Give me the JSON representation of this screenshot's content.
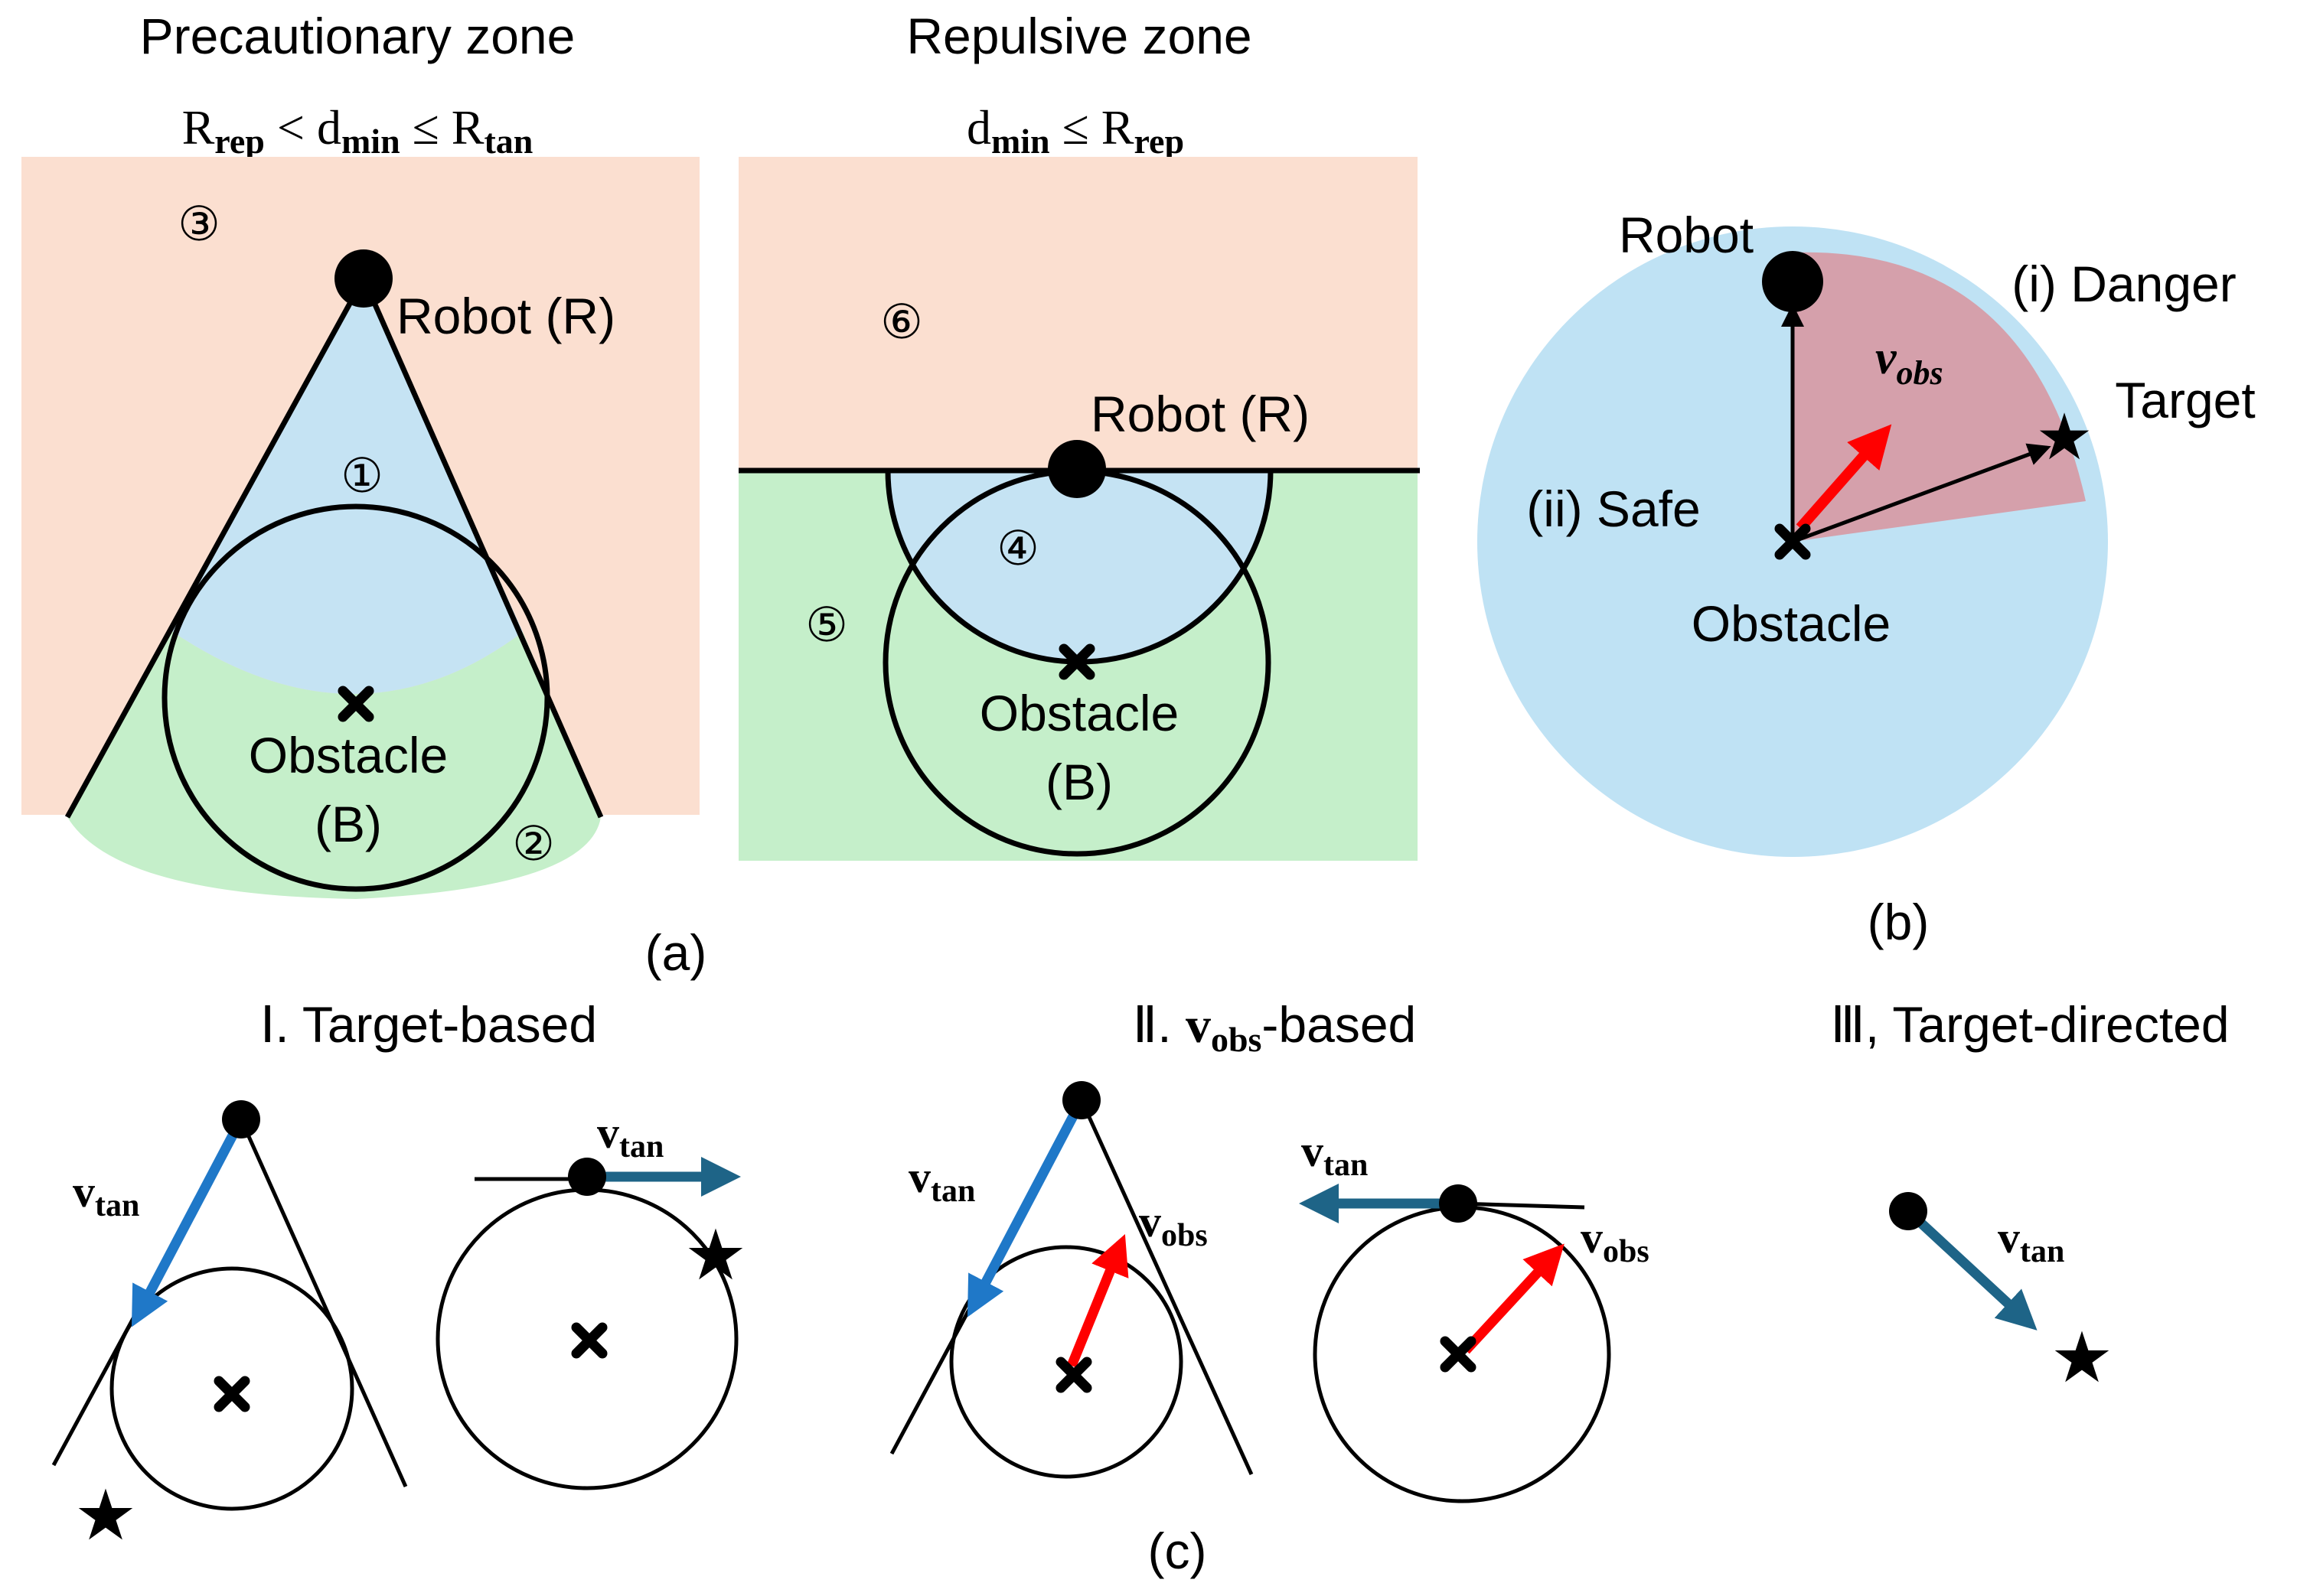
{
  "panel_a": {
    "left": {
      "title": "Precautionary zone",
      "condition_parts": [
        "R",
        "rep",
        " < d",
        "min",
        " ≤ R",
        "tan"
      ],
      "robot_label": "Robot (R)",
      "obstacle_label_1": "Obstacle",
      "obstacle_label_2": "(B)",
      "regions": [
        "①",
        "②",
        "③"
      ]
    },
    "right": {
      "title": "Repulsive zone",
      "condition_parts": [
        "d",
        "min",
        " ≤ R",
        "rep"
      ],
      "robot_label": "Robot (R)",
      "obstacle_label_1": "Obstacle",
      "obstacle_label_2": "(B)",
      "regions": [
        "④",
        "⑤",
        "⑥"
      ]
    },
    "caption": "(a)"
  },
  "panel_b": {
    "robot_label": "Robot",
    "danger_label": "(i) Danger",
    "target_label": "Target",
    "safe_label": "(ii) Safe",
    "obstacle_label": "Obstacle",
    "vobs_parts": [
      "v",
      "obs"
    ],
    "caption": "(b)"
  },
  "panel_c": {
    "title_1": "Ⅰ. Target-based",
    "title_2_prefix": "Ⅱ. ",
    "title_2_parts": [
      "v",
      "obs"
    ],
    "title_2_suffix": "-based",
    "title_3": "Ⅲ, Target-directed",
    "vtan_parts": [
      "v",
      "tan"
    ],
    "vobs_parts": [
      "v",
      "obs"
    ],
    "caption": "(c)"
  },
  "colors": {
    "repulsive_zone": "#fbdfd0",
    "blue_region": "#c5e3f3",
    "green_region": "#c5efca",
    "danger_region": "#d5a0ab",
    "safe_disc": "#bfe2f4",
    "arrow_red": "#ff0000",
    "arrow_blue": "#1f78c8",
    "arrow_teal": "#1e6487",
    "ink": "#000000"
  }
}
